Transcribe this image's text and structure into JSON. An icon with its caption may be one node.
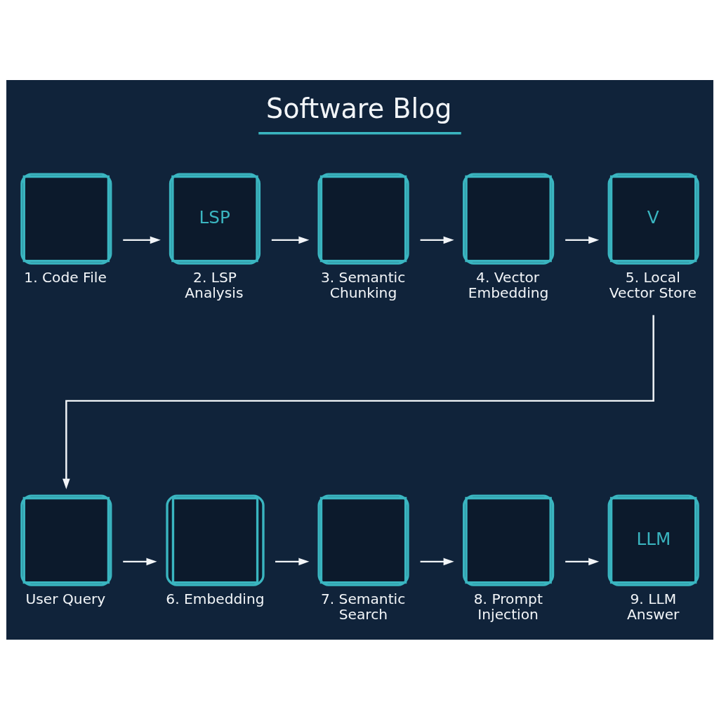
{
  "diagram": {
    "title": "Software Blog",
    "nodes": [
      {
        "text": [
          "1. Code File"
        ]
      },
      {
        "text": [
          "LSP",
          "2. LSP Analysis"
        ]
      },
      {
        "text": [
          "3. Semantic Chunking"
        ]
      },
      {
        "text": [
          "4. Vector Embedding"
        ]
      },
      {
        "text": [
          "V",
          "5. Local Vector Store"
        ]
      },
      {
        "text": [
          "User Query"
        ]
      },
      {
        "text": [
          "6. Embedding"
        ]
      },
      {
        "text": [
          "7. Semantic Search"
        ]
      },
      {
        "text": [
          "8. Prompt Injection"
        ]
      },
      {
        "text": [
          "LLM",
          "9. LLM Answer"
        ]
      }
    ],
    "edges": [
      {
        "from": 0,
        "to": 1,
        "arrow": "to"
      },
      {
        "from": 1,
        "to": 2,
        "arrow": "to"
      },
      {
        "from": 2,
        "to": 3,
        "arrow": "to"
      },
      {
        "from": 3,
        "to": 4,
        "arrow": "to"
      },
      {
        "from": 4,
        "to": 5,
        "arrow": "to"
      },
      {
        "from": 5,
        "to": 6,
        "arrow": "to"
      },
      {
        "from": 6,
        "to": 7,
        "arrow": "to"
      },
      {
        "from": 7,
        "to": 8,
        "arrow": "to"
      },
      {
        "from": 8,
        "to": 9,
        "arrow": "to"
      }
    ]
  }
}
